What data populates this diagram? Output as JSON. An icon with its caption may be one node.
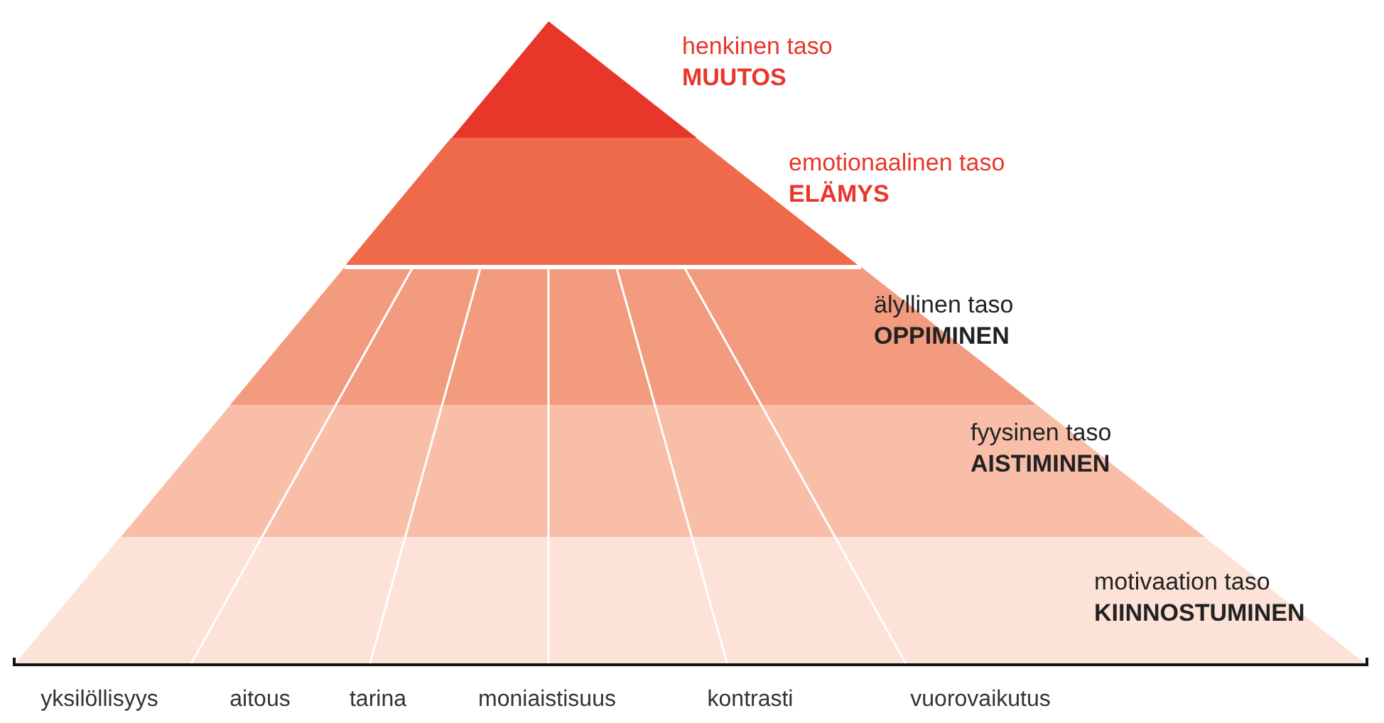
{
  "diagram": {
    "nodes": [
      {
        "text": [
          "henkinen taso",
          "MUUTOS"
        ]
      },
      {
        "text": [
          "emotionaalinen taso",
          "ELÄMYS"
        ]
      },
      {
        "text": [
          "älyllinen taso",
          "OPPIMINEN"
        ]
      },
      {
        "text": [
          "fyysinen taso",
          "AISTIMINEN"
        ]
      },
      {
        "text": [
          "motivaation taso",
          "KIINNOSTUMINEN"
        ]
      }
    ],
    "labels": [
      "yksilöllisyys",
      "aitous",
      "tarina",
      "moniaistisuus",
      "kontrasti",
      "vuorovaikutus"
    ]
  }
}
